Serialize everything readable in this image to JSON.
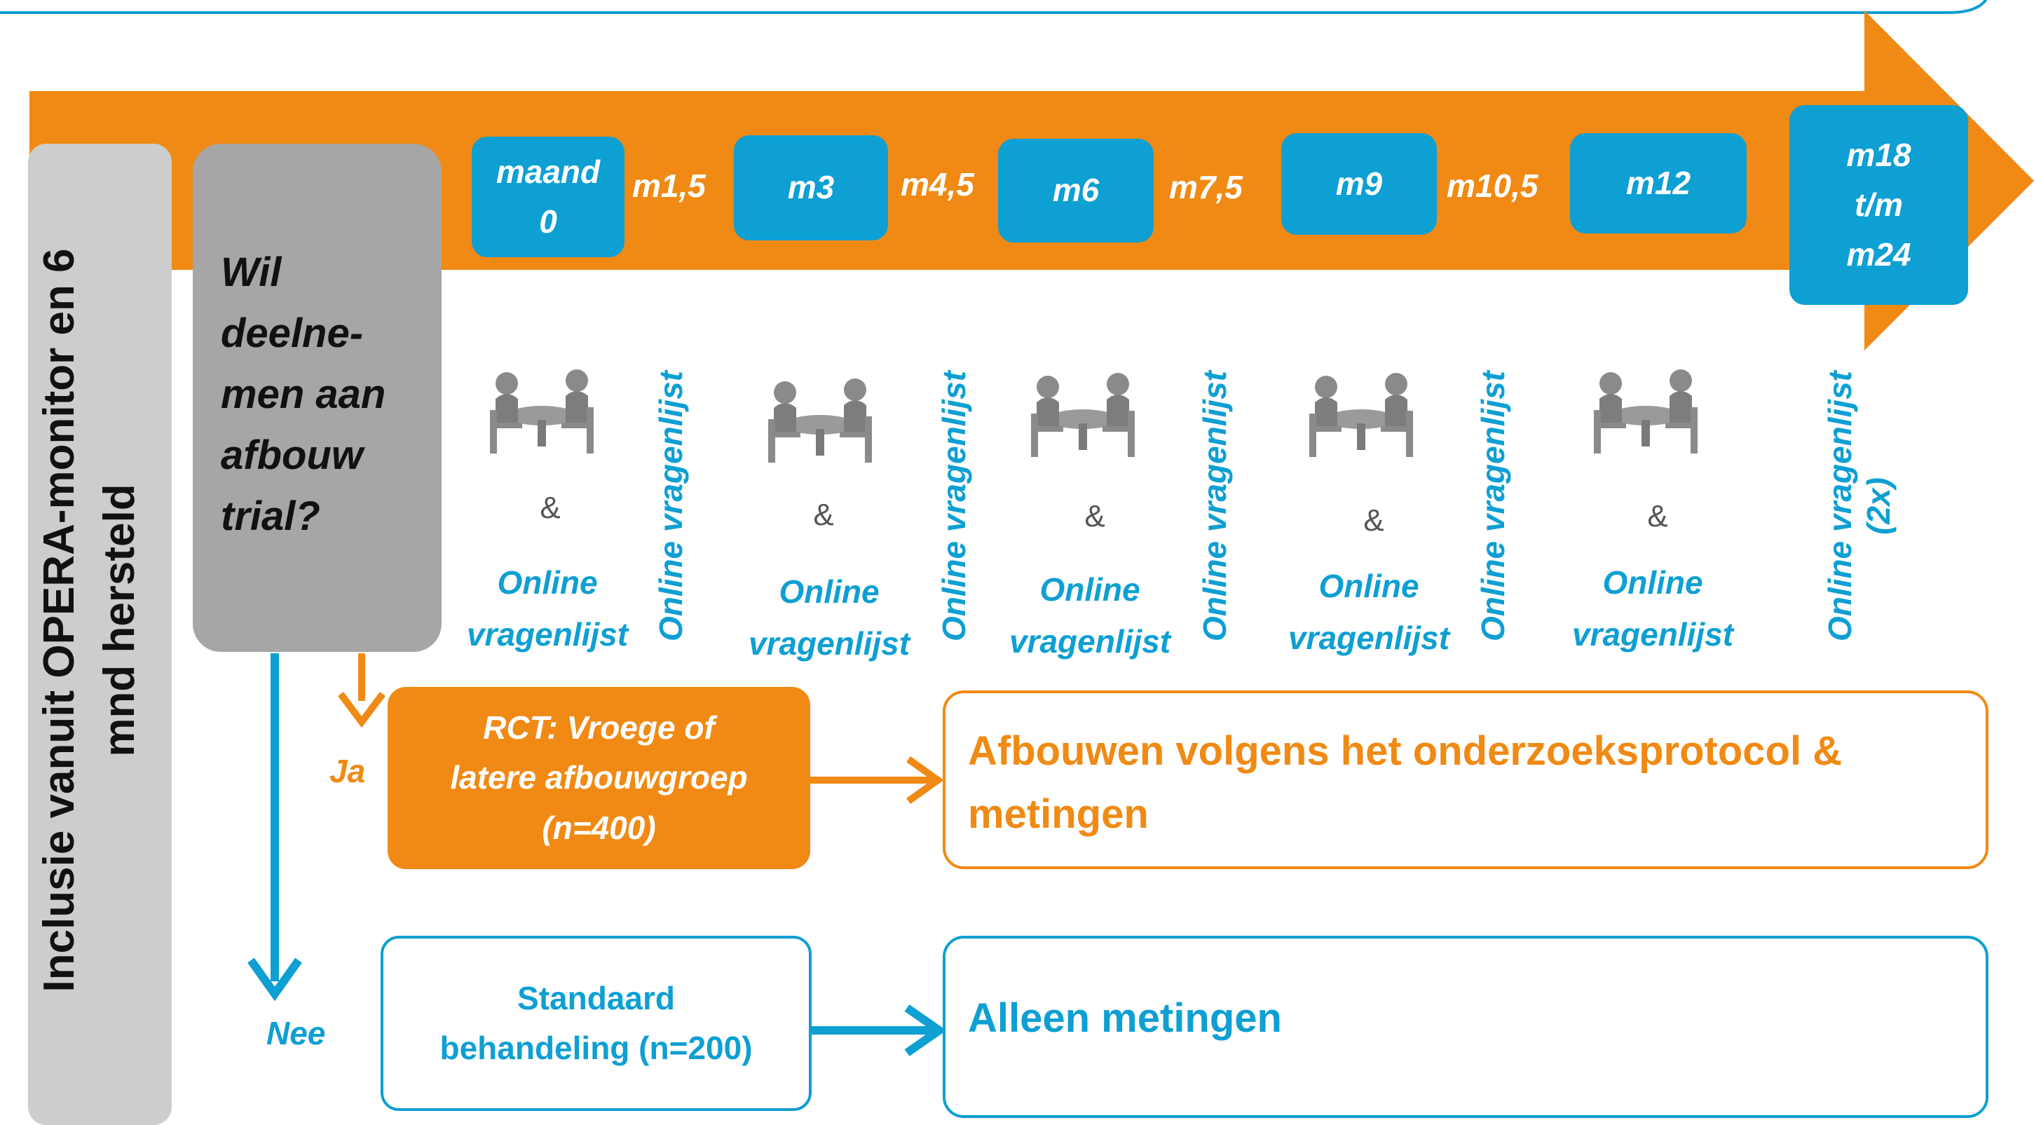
{
  "side_label": {
    "line1": "Inclusie vanuit OPERA-monitor en 6",
    "line2": "mnd hersteld"
  },
  "question": {
    "lines": [
      "Wil",
      "deelne-",
      "men aan",
      "afbouw",
      "trial?"
    ]
  },
  "timeline": {
    "months": [
      {
        "lines": [
          "maand",
          "0"
        ]
      },
      {
        "lines": [
          "m3"
        ]
      },
      {
        "lines": [
          "m6"
        ]
      },
      {
        "lines": [
          "m9"
        ]
      },
      {
        "lines": [
          "m12"
        ]
      },
      {
        "lines": [
          "m18",
          "t/m",
          "m24"
        ]
      }
    ],
    "half_months": [
      "m1,5",
      "m4,5",
      "m7,5",
      "m10,5"
    ]
  },
  "visits": {
    "ampersand": "&",
    "online_line1": "Online",
    "online_line2": "vragenlijst",
    "vertical_label": "Online vragenlijst",
    "final_extra": "(2x)",
    "icon_name": "interview-meeting-icon"
  },
  "branches": {
    "ja_label": "Ja",
    "nee_label": "Nee",
    "rct_lines": [
      "RCT: Vroege of",
      "latere afbouwgroep",
      "(n=400)"
    ],
    "standard_lines": [
      "Standaard",
      "behandeling (n=200)"
    ],
    "result_rct": "Afbouwen volgens het onderzoeksprotocol & metingen",
    "result_standard": "Alleen metingen"
  },
  "colors": {
    "orange": "#f08a14",
    "blue": "#0e9fd3",
    "gray_light": "#cdcdcd",
    "gray_dark": "#a6a6a6"
  }
}
